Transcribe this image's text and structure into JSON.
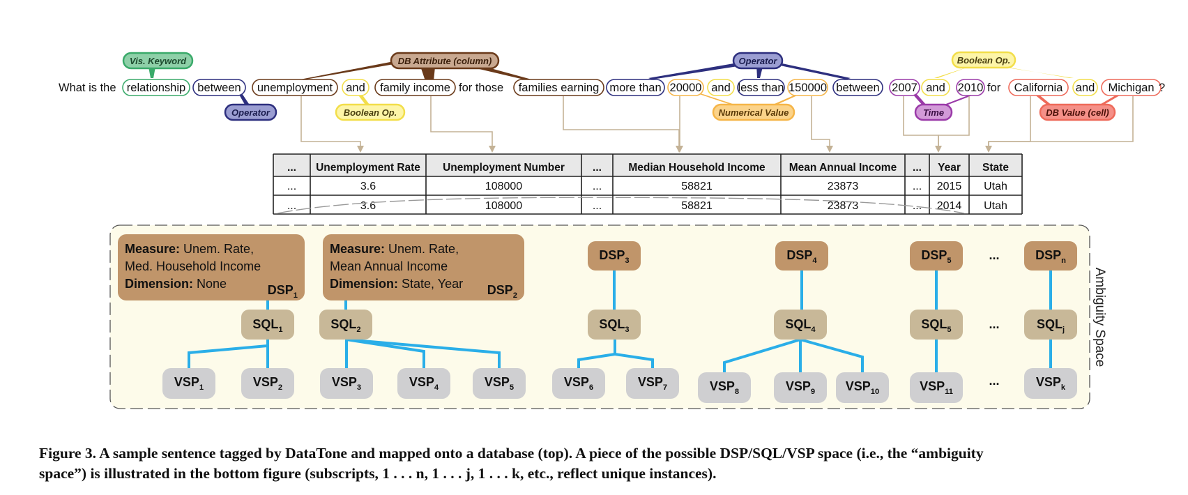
{
  "sentence": [
    {
      "text": "What is the",
      "boxed": false
    },
    {
      "text": "relationship",
      "boxed": true,
      "color": "#3aaa6a"
    },
    {
      "text": "between",
      "boxed": true,
      "color": "#2d2f7e"
    },
    {
      "text": "unemployment",
      "boxed": true,
      "color": "#6a3a1a"
    },
    {
      "text": "and",
      "boxed": true,
      "color": "#f2de4a"
    },
    {
      "text": "family income",
      "boxed": true,
      "color": "#6a3a1a"
    },
    {
      "text": "for those",
      "boxed": false
    },
    {
      "text": "families earning",
      "boxed": true,
      "color": "#6a3a1a"
    },
    {
      "text": "more than",
      "boxed": true,
      "color": "#2d2f7e"
    },
    {
      "text": "20000",
      "boxed": true,
      "color": "#f5b548"
    },
    {
      "text": "and",
      "boxed": true,
      "color": "#f2de4a"
    },
    {
      "text": "less than",
      "boxed": true,
      "color": "#2d2f7e"
    },
    {
      "text": "150000",
      "boxed": true,
      "color": "#f5b548"
    },
    {
      "text": "between",
      "boxed": true,
      "color": "#2d2f7e"
    },
    {
      "text": "2007",
      "boxed": true,
      "color": "#9a3aa8"
    },
    {
      "text": "and",
      "boxed": true,
      "color": "#f2de4a"
    },
    {
      "text": "2010",
      "boxed": true,
      "color": "#9a3aa8"
    },
    {
      "text": "for",
      "boxed": false
    },
    {
      "text": "California",
      "boxed": true,
      "color": "#ee6a5a"
    },
    {
      "text": "and",
      "boxed": true,
      "color": "#f2de4a"
    },
    {
      "text": "Michigan",
      "boxed": true,
      "color": "#ee6a5a"
    },
    {
      "text": "?",
      "boxed": false
    }
  ],
  "tags": {
    "vis_keyword": "Vis. Keyword",
    "db_attribute": "DB Attribute (column)",
    "operator_top": "Operator",
    "boolean_top": "Boolean Op.",
    "operator_bottom": "Operator",
    "boolean_bottom": "Boolean Op.",
    "numerical_value": "Numerical Value",
    "time": "Time",
    "db_value": "DB Value (cell)"
  },
  "colors": {
    "vis_keyword": "#3aaa6a",
    "db_attribute": "#6a3a1a",
    "operator": "#2d2f7e",
    "boolean": "#f2de4a",
    "numerical": "#f5b548",
    "time": "#9a3aa8",
    "db_value": "#ee6a5a",
    "dsp": "#c0956a",
    "sql": "#c8b898",
    "vsp": "#cfcfd1",
    "tree_line": "#2aaee8",
    "ambiguity_bg": "#fdfbea",
    "arrow": "#c4b296"
  },
  "table": {
    "headers": [
      "...",
      "Unemployment Rate",
      "Unemployment Number",
      "...",
      "Median Household Income",
      "Mean Annual Income",
      "...",
      "Year",
      "State"
    ],
    "rows": [
      [
        "...",
        "3.6",
        "108000",
        "...",
        "58821",
        "23873",
        "...",
        "2015",
        "Utah"
      ],
      [
        "...",
        "3.6",
        "108000",
        "...",
        "58821",
        "23873",
        "...",
        "2014",
        "Utah"
      ]
    ]
  },
  "ambiguity": {
    "label": "Ambiguity Space",
    "ellipsis": "...",
    "dsp_details": [
      {
        "measure_label": "Measure:",
        "measure_text_1": "Unem. Rate,",
        "measure_text_2": "Med. Household Income",
        "dimension_label": "Dimension:",
        "dimension_text": "None",
        "name": "DSP",
        "sub": "1"
      },
      {
        "measure_label": "Measure:",
        "measure_text_1": "Unem. Rate,",
        "measure_text_2": "Mean Annual Income",
        "dimension_label": "Dimension:",
        "dimension_text": "State, Year",
        "name": "DSP",
        "sub": "2"
      }
    ],
    "dsp_small": [
      {
        "name": "DSP",
        "sub": "3"
      },
      {
        "name": "DSP",
        "sub": "4"
      },
      {
        "name": "DSP",
        "sub": "5"
      },
      {
        "name": "DSP",
        "sub": "n"
      }
    ],
    "sql": [
      {
        "name": "SQL",
        "sub": "1"
      },
      {
        "name": "SQL",
        "sub": "2"
      },
      {
        "name": "SQL",
        "sub": "3"
      },
      {
        "name": "SQL",
        "sub": "4"
      },
      {
        "name": "SQL",
        "sub": "5"
      },
      {
        "name": "SQL",
        "sub": "j"
      }
    ],
    "vsp": [
      {
        "name": "VSP",
        "sub": "1"
      },
      {
        "name": "VSP",
        "sub": "2"
      },
      {
        "name": "VSP",
        "sub": "3"
      },
      {
        "name": "VSP",
        "sub": "4"
      },
      {
        "name": "VSP",
        "sub": "5"
      },
      {
        "name": "VSP",
        "sub": "6"
      },
      {
        "name": "VSP",
        "sub": "7"
      },
      {
        "name": "VSP",
        "sub": "8"
      },
      {
        "name": "VSP",
        "sub": "9"
      },
      {
        "name": "VSP",
        "sub": "10"
      },
      {
        "name": "VSP",
        "sub": "11"
      },
      {
        "name": "VSP",
        "sub": "k"
      }
    ]
  },
  "caption": {
    "line1": "Figure 3.  A sample sentence tagged by DataTone and mapped onto a database (top).  A piece of the possible DSP/SQL/VSP space (i.e., the “ambiguity",
    "line2": "space”) is illustrated in the bottom figure (subscripts, 1 . . . n, 1 . . . j, 1 . . . k, etc., reflect unique instances)."
  }
}
